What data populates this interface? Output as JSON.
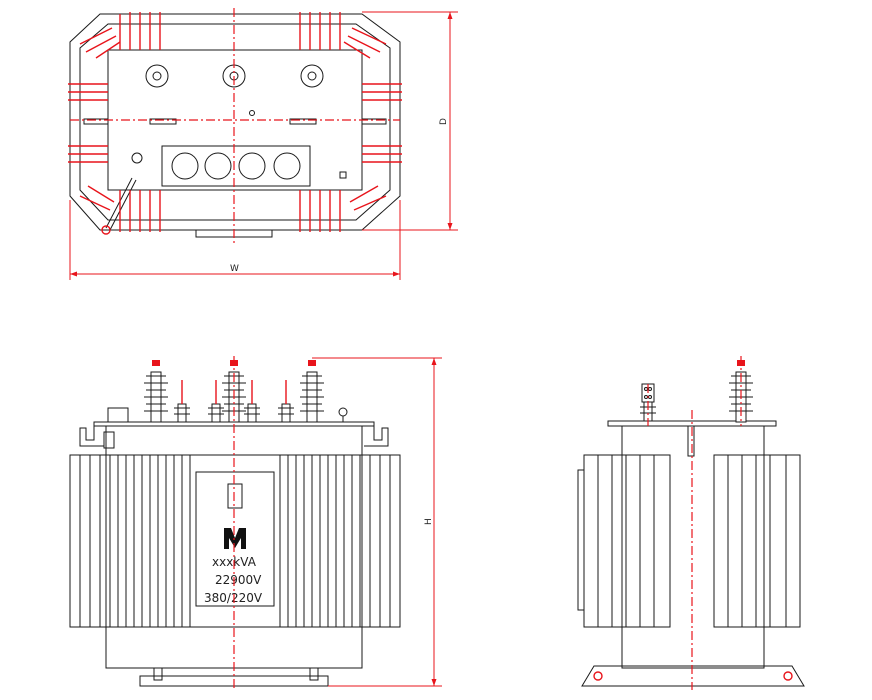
{
  "dimensions": {
    "width_label": "W",
    "depth_label": "D",
    "height_label": "H"
  },
  "nameplate": {
    "rating": "xxxkVA",
    "hv_voltage": "22900V",
    "lv_voltage": "380/220V"
  },
  "colors": {
    "outline": "#1a1a1a",
    "centerline": "#e8141b",
    "background": "#ffffff"
  }
}
